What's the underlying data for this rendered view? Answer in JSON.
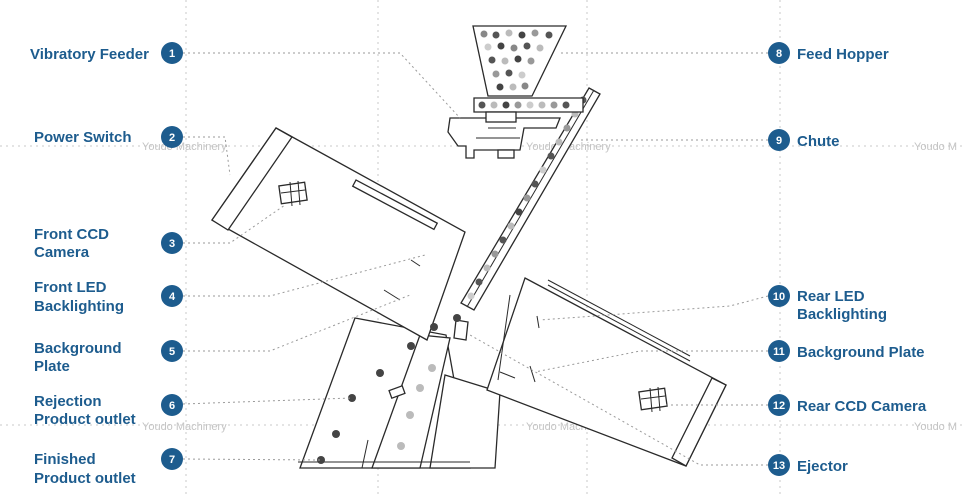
{
  "accent_color": "#1d5c8e",
  "watermark": "Youdo Machinery",
  "watermark_cut": "Youdo M",
  "callouts": [
    {
      "num": "1",
      "label": [
        "Vibratory Feeder"
      ]
    },
    {
      "num": "2",
      "label": [
        "Power Switch"
      ]
    },
    {
      "num": "3",
      "label": [
        "Front CCD",
        "Camera"
      ]
    },
    {
      "num": "4",
      "label": [
        "Front LED",
        "Backlighting"
      ]
    },
    {
      "num": "5",
      "label": [
        "Background",
        "Plate"
      ]
    },
    {
      "num": "6",
      "label": [
        "Rejection",
        "Product outlet"
      ]
    },
    {
      "num": "7",
      "label": [
        "Finished",
        "Product outlet"
      ]
    },
    {
      "num": "8",
      "label": [
        "Feed Hopper"
      ]
    },
    {
      "num": "9",
      "label": [
        "Chute"
      ]
    },
    {
      "num": "10",
      "label": [
        "Rear LED",
        "Backlighting"
      ]
    },
    {
      "num": "11",
      "label": [
        "Background Plate"
      ]
    },
    {
      "num": "12",
      "label": [
        "Rear CCD Camera"
      ]
    },
    {
      "num": "13",
      "label": [
        "Ejector"
      ]
    }
  ]
}
